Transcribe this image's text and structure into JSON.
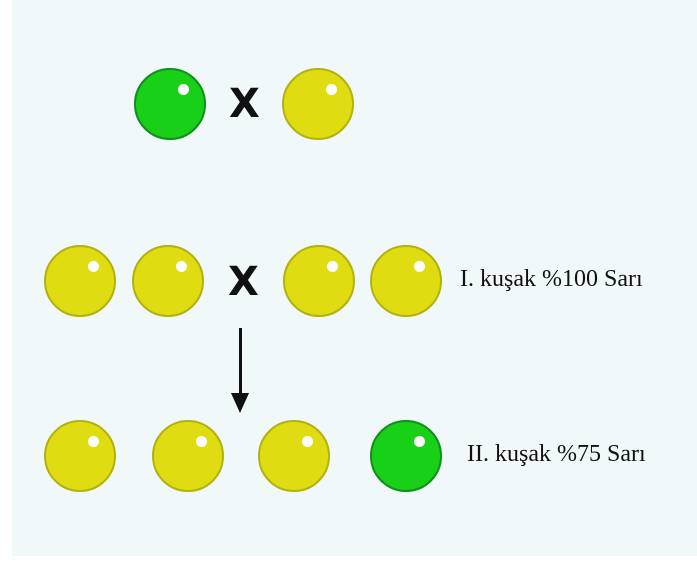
{
  "colors": {
    "green": "#19d019",
    "green_edge": "#0f8f1a",
    "yellow": "#dfdd12",
    "yellow_edge": "#b3b10e",
    "background": "#f0f8f9"
  },
  "cross_symbol": "X",
  "parents": [
    "green",
    "yellow"
  ],
  "generation_1": {
    "peas": [
      "yellow",
      "yellow",
      "yellow",
      "yellow"
    ],
    "label": "I. kuşak %100 Sarı"
  },
  "generation_2": {
    "peas": [
      "yellow",
      "yellow",
      "yellow",
      "green"
    ],
    "label": "II. kuşak %75 Sarı"
  }
}
